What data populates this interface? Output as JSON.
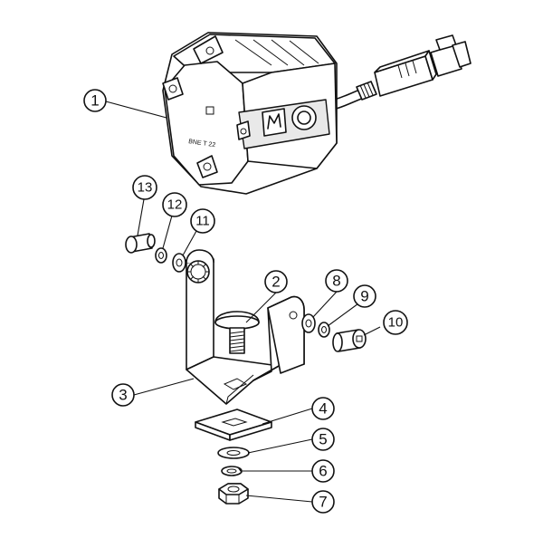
{
  "callouts": [
    {
      "id": "1",
      "label": "1"
    },
    {
      "id": "2",
      "label": "2"
    },
    {
      "id": "3",
      "label": "3"
    },
    {
      "id": "4",
      "label": "4"
    },
    {
      "id": "5",
      "label": "5"
    },
    {
      "id": "6",
      "label": "6"
    },
    {
      "id": "7",
      "label": "7"
    },
    {
      "id": "8",
      "label": "8"
    },
    {
      "id": "9",
      "label": "9"
    },
    {
      "id": "10",
      "label": "10"
    },
    {
      "id": "11",
      "label": "11"
    },
    {
      "id": "12",
      "label": "12"
    },
    {
      "id": "13",
      "label": "13"
    }
  ],
  "housing_marking": "BNE T 22"
}
